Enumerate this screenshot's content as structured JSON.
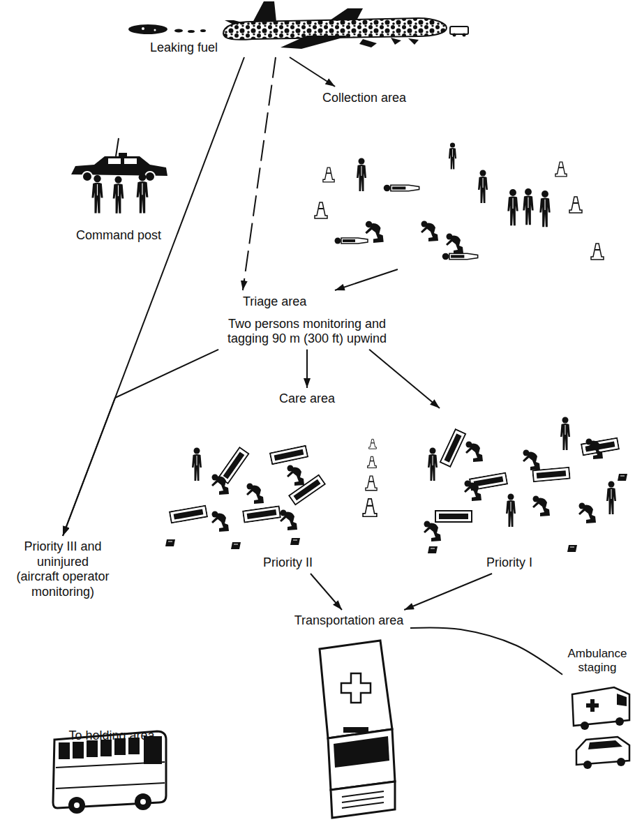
{
  "diagram": {
    "nodes": [
      {
        "text": [
          "Leaking fuel"
        ]
      },
      {
        "text": [
          "Collection area"
        ]
      },
      {
        "text": [
          "Triage area",
          "Two persons monitoring and tagging 90 m (300 ft) upwind"
        ]
      },
      {
        "text": [
          "Care area"
        ]
      },
      {
        "text": [
          "Priority III and uninjured (aircraft operator monitoring)"
        ]
      },
      {
        "text": [
          "Priority II"
        ]
      },
      {
        "text": [
          "Priority I"
        ]
      },
      {
        "text": [
          "Transportation area"
        ]
      },
      {
        "text": [
          "Ambulance staging"
        ]
      }
    ],
    "edges": [
      {
        "from": 0,
        "to": 1,
        "arrow": "to"
      },
      {
        "from": 0,
        "to": 2,
        "arrow": "to"
      },
      {
        "from": 1,
        "to": 2,
        "arrow": "to"
      },
      {
        "from": 0,
        "to": 4,
        "arrow": "to"
      },
      {
        "from": 2,
        "to": 4,
        "arrow": "to"
      },
      {
        "from": 2,
        "to": 3,
        "arrow": "to"
      },
      {
        "from": 2,
        "to": 6,
        "arrow": "to"
      },
      {
        "from": 5,
        "to": 7,
        "arrow": "to"
      },
      {
        "from": 6,
        "to": 7,
        "arrow": "to"
      },
      {
        "from": 8,
        "to": 7,
        "arrow": "none"
      }
    ],
    "labels": [
      "Command post",
      "To holding area"
    ]
  }
}
